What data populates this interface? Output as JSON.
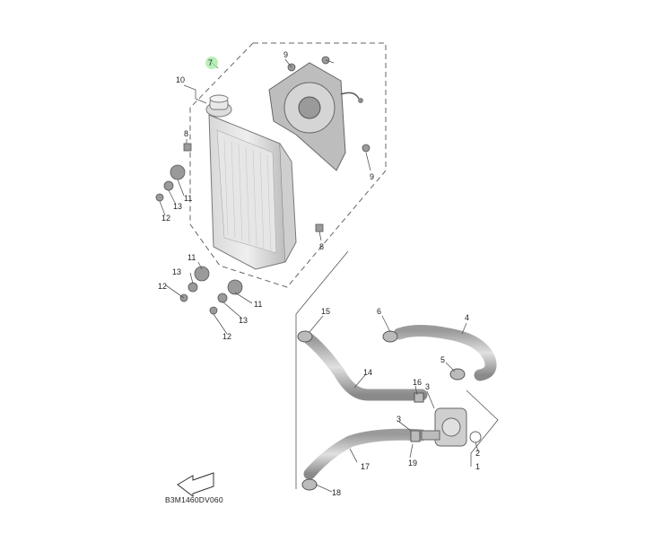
{
  "diagram": {
    "callouts": {
      "c1": "1",
      "c2": "2",
      "c3a": "3",
      "c3b": "3",
      "c4": "4",
      "c5": "5",
      "c6": "6",
      "c7": "7",
      "c8a": "8",
      "c8b": "8",
      "c9a": "9",
      "c9b": "9",
      "c10": "10",
      "c11a": "11",
      "c11b": "11",
      "c11c": "11",
      "c12a": "12",
      "c12b": "12",
      "c12c": "12",
      "c13a": "13",
      "c13b": "13",
      "c13c": "13",
      "c14": "14",
      "c15": "15",
      "c16": "16",
      "c17": "17",
      "c18": "18",
      "c19": "19"
    },
    "drawing_code": "B3M1460DV060",
    "highlight_color": "#9be89b",
    "line_color": "#555555",
    "icons": [
      "radiator-icon",
      "fan-shroud-icon",
      "hose-icon",
      "thermostat-icon",
      "clamp-icon",
      "front-arrow-icon"
    ]
  }
}
